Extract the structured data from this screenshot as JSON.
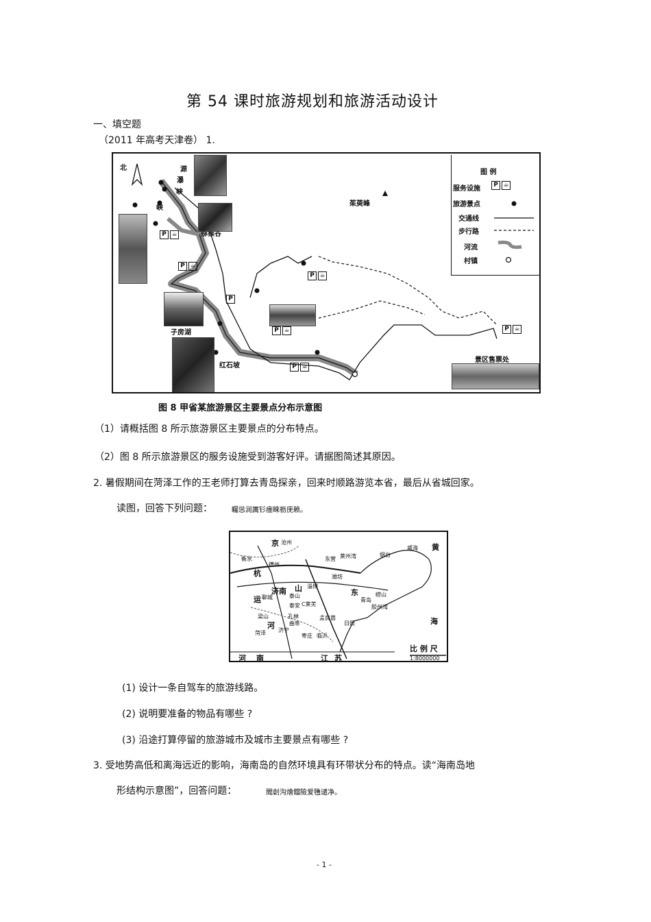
{
  "doc": {
    "title": "第 54 课时旅游规划和旅游活动设计",
    "section": "一、填空题",
    "source": "（2011 年高考天津卷）  1.",
    "fig1_caption": "图 8  甲省某旅游景区主要景点分布示意图",
    "q1_1": "（1）请概括图   8 所示旅游景区主要景点的分布特点。",
    "q1_2": "（2）图  8 所示旅游景区的服务设施受到游客好评。请据图简述其原因。",
    "q2_intro": "2.  暑假期间在菏泽工作的王老师打算去青岛探亲，回来时顺路游览本省，最后从省城回家。",
    "q2_read": "读图，回答下列问题：",
    "q2_noise": "矚慫润厲钐瘗睞枥庑赖。",
    "q2_1": "(1)    设计一条自驾车的旅游线路。",
    "q2_2": "(2)    说明要准备的物品有哪些     ?",
    "q2_3": "(3)    沿途打算停留的旅游城市及城市主要景点有哪些          ?",
    "q3_line1": "3.  受地势高低和离海远近的影响，海南岛的自然环境具有环带状分布的特点。读“海南岛地",
    "q3_line2": "形结构示意图”，回答问题：",
    "q3_noise": "聞創沟燴鐺險爱氇谴净。",
    "page_number": "- 1 -"
  },
  "map1": {
    "north": "北",
    "labels": [
      "源",
      "瀑",
      "峡",
      "峡",
      "猕猴谷",
      "茱萸峰",
      "子房湖",
      "红石坡",
      "景区售票处"
    ],
    "legend": {
      "title": "图  例",
      "service": "服务设施",
      "spot": "旅游景点",
      "road": "交通线",
      "trail": "步行路",
      "river": "河流",
      "village": "村镇"
    }
  },
  "map2": {
    "labels": [
      "京",
      "沧州",
      "衡水",
      "德州",
      "东营",
      "莱州湾",
      "烟台",
      "威海",
      "黄",
      "杭",
      "济南",
      "淄博",
      "潍坊",
      "东",
      "崂山",
      "青岛",
      "胶州湾",
      "运",
      "聊城",
      "泰山",
      "泰安",
      "C莱芜",
      "山",
      "梁山",
      "孔林",
      "曲阜",
      "孟良崮",
      "日照",
      "河",
      "济宁",
      "菏泽",
      "枣庄",
      "临沂",
      "海",
      "河",
      "南",
      "江",
      "苏"
    ],
    "scale_label": "比 例 尺",
    "scale_value": "1:8000000"
  }
}
